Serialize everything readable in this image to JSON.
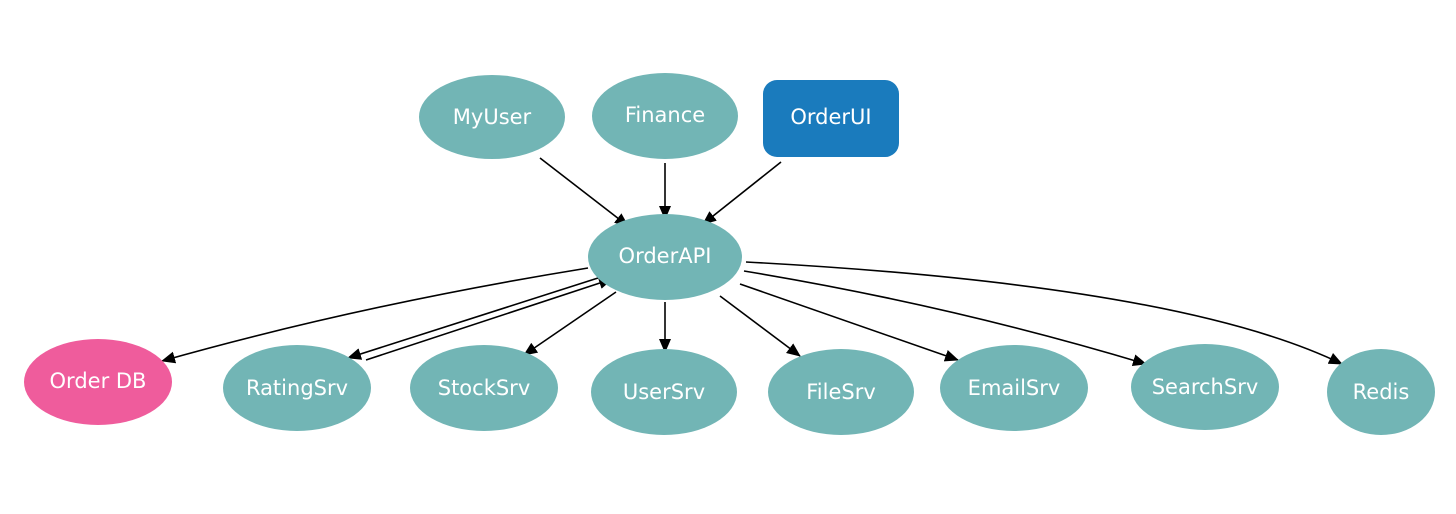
{
  "colors": {
    "service": "#72b5b5",
    "ui": "#1a7bbd",
    "database": "#ef5c9c",
    "edge": "#000000"
  },
  "nodes": {
    "myuser": {
      "label": "MyUser",
      "kind": "service"
    },
    "finance": {
      "label": "Finance",
      "kind": "service"
    },
    "orderui": {
      "label": "OrderUI",
      "kind": "ui"
    },
    "orderapi": {
      "label": "OrderAPI",
      "kind": "service"
    },
    "orderdb": {
      "label": "Order DB",
      "kind": "database"
    },
    "ratingsrv": {
      "label": "RatingSrv",
      "kind": "service"
    },
    "stocksrv": {
      "label": "StockSrv",
      "kind": "service"
    },
    "usersrv": {
      "label": "UserSrv",
      "kind": "service"
    },
    "filesrv": {
      "label": "FileSrv",
      "kind": "service"
    },
    "emailsrv": {
      "label": "EmailSrv",
      "kind": "service"
    },
    "searchsrv": {
      "label": "SearchSrv",
      "kind": "service"
    },
    "redis": {
      "label": "Redis",
      "kind": "service"
    }
  },
  "edges": [
    {
      "from": "myuser",
      "to": "orderapi"
    },
    {
      "from": "finance",
      "to": "orderapi"
    },
    {
      "from": "orderui",
      "to": "orderapi"
    },
    {
      "from": "orderapi",
      "to": "orderdb"
    },
    {
      "from": "orderapi",
      "to": "ratingsrv"
    },
    {
      "from": "ratingsrv",
      "to": "orderapi"
    },
    {
      "from": "orderapi",
      "to": "stocksrv"
    },
    {
      "from": "orderapi",
      "to": "usersrv"
    },
    {
      "from": "orderapi",
      "to": "filesrv"
    },
    {
      "from": "orderapi",
      "to": "emailsrv"
    },
    {
      "from": "orderapi",
      "to": "searchsrv"
    },
    {
      "from": "orderapi",
      "to": "redis"
    }
  ]
}
